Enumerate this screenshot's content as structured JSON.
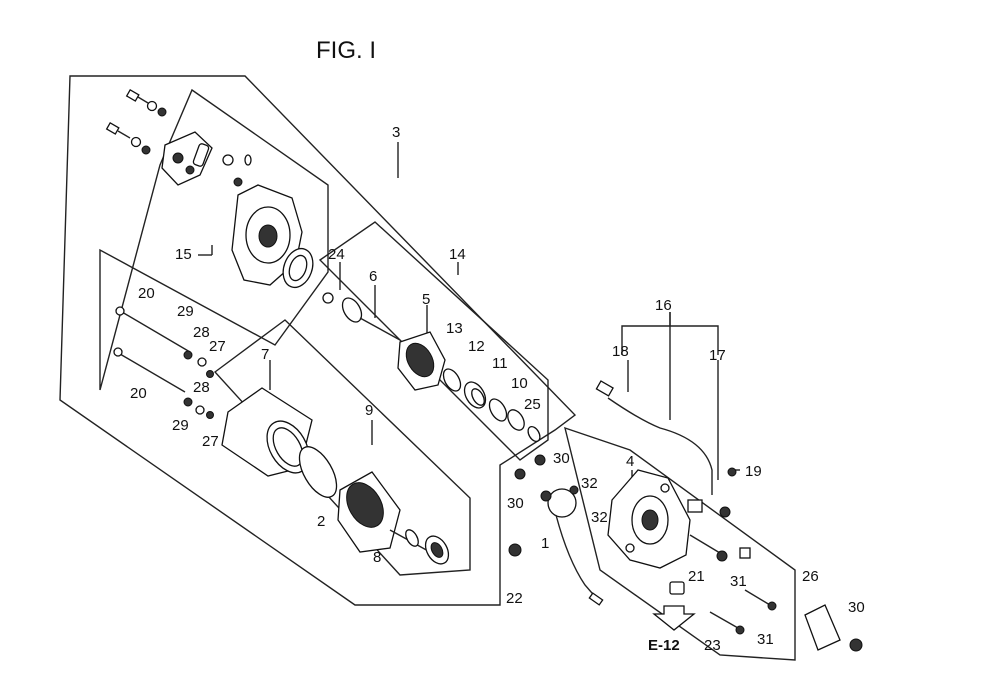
{
  "figure": {
    "title": "FIG. I",
    "reference": "E-12"
  },
  "callouts": [
    "1",
    "2",
    "3",
    "4",
    "5",
    "6",
    "7",
    "8",
    "9",
    "10",
    "11",
    "12",
    "13",
    "14",
    "15",
    "16",
    "17",
    "18",
    "19",
    "20",
    "20",
    "21",
    "22",
    "23",
    "24",
    "25",
    "26",
    "27",
    "27",
    "28",
    "28",
    "29",
    "29",
    "30",
    "30",
    "30",
    "31",
    "31",
    "32",
    "32"
  ]
}
